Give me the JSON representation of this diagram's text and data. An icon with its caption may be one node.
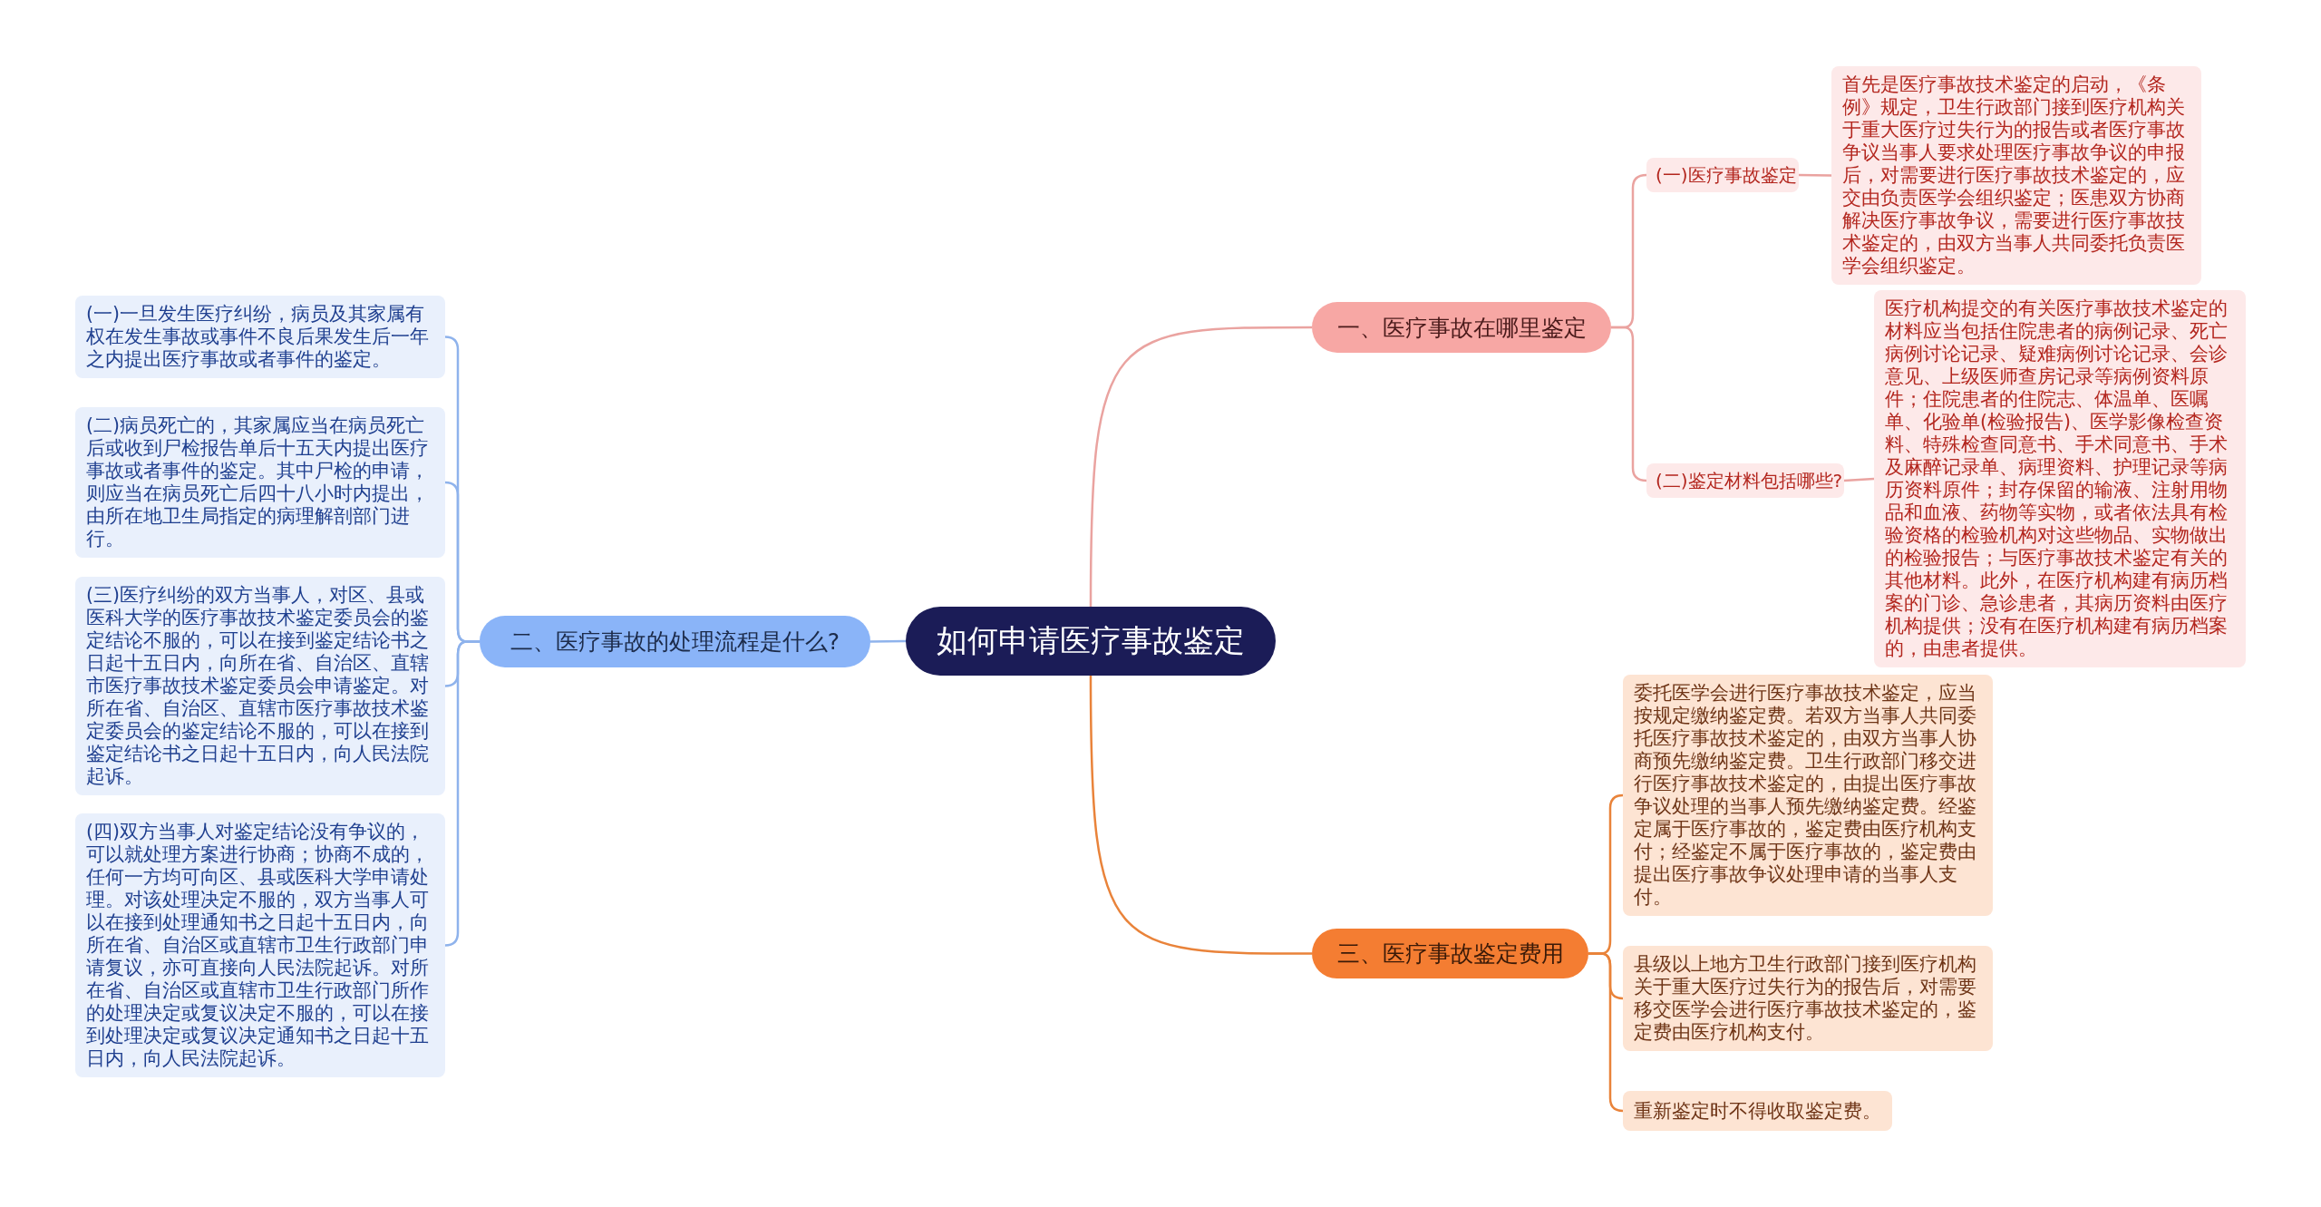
{
  "diagram": {
    "nodes": [
      {
        "text": [
          "如何申请医疗事故鉴定"
        ]
      },
      {
        "text": [
          "一、医疗事故在哪里鉴定"
        ]
      },
      {
        "text": [
          "(一)医疗事故鉴定"
        ]
      },
      {
        "text": [
          "首先是医疗事故技术鉴定的启动，《条例》规定，卫生行政部门接到医疗机构关于重大医疗过失行为的报告或者医疗事故争议当事人要求处理医疗事故争议的申报后，对需要进行医疗事故技术鉴定的，应交由负责医学会组织鉴定；医患双方协商解决医疗事故争议，需要进行医疗事故技术鉴定的，由双方当事人共同委托负责医学会组织鉴定。"
        ]
      },
      {
        "text": [
          "(二)鉴定材料包括哪些?"
        ]
      },
      {
        "text": [
          "医疗机构提交的有关医疗事故技术鉴定的材料应当包括住院患者的病例记录、死亡病例讨论记录、疑难病例讨论记录、会诊意见、上级医师查房记录等病例资料原件；住院患者的住院志、体温单、医嘱单、化验单(检验报告)、医学影像检查资料、特殊检查同意书、手术同意书、手术及麻醉记录单、病理资料、护理记录等病历资料原件；封存保留的输液、注射用物品和血液、药物等实物，或者依法具有检验资格的检验机构对这些物品、实物做出的检验报告；与医疗事故技术鉴定有关的其他材料。此外，在医疗机构建有病历档案的门诊、急诊患者，其病历资料由医疗机构提供；没有在医疗机构建有病历档案的，由患者提供。"
        ]
      },
      {
        "text": [
          "二、医疗事故的处理流程是什么?"
        ]
      },
      {
        "text": [
          "(一)一旦发生医疗纠纷，病员及其家属有权在发生事故或事件不良后果发生后一年之内提出医疗事故或者事件的鉴定。"
        ]
      },
      {
        "text": [
          "(二)病员死亡的，其家属应当在病员死亡后或收到尸检报告单后十五天内提出医疗事故或者事件的鉴定。其中尸检的申请，则应当在病员死亡后四十八小时内提出，由所在地卫生局指定的病理解剖部门进行。"
        ]
      },
      {
        "text": [
          "(三)医疗纠纷的双方当事人，对区、县或医科大学的医疗事故技术鉴定委员会的鉴定结论不服的，可以在接到鉴定结论书之日起十五日内，向所在省、自治区、直辖市医疗事故技术鉴定委员会申请鉴定。对所在省、自治区、直辖市医疗事故技术鉴定委员会的鉴定结论不服的，可以在接到鉴定结论书之日起十五日内，向人民法院起诉。"
        ]
      },
      {
        "text": [
          "(四)双方当事人对鉴定结论没有争议的，可以就处理方案进行协商；协商不成的，任何一方均可向区、县或医科大学申请处理。对该处理决定不服的，双方当事人可以在接到处理通知书之日起十五日内，向所在省、自治区或直辖市卫生行政部门申请复议，亦可直接向人民法院起诉。对所在省、自治区或直辖市卫生行政部门所作的处理决定或复议决定不服的，可以在接到处理决定或复议决定通知书之日起十五日内，向人民法院起诉。"
        ]
      },
      {
        "text": [
          "三、医疗事故鉴定费用"
        ]
      },
      {
        "text": [
          "委托医学会进行医疗事故技术鉴定，应当按规定缴纳鉴定费。若双方当事人共同委托医疗事故技术鉴定的，由双方当事人协商预先缴纳鉴定费。卫生行政部门移交进行医疗事故技术鉴定的，由提出医疗事故争议处理的当事人预先缴纳鉴定费。经鉴定属于医疗事故的，鉴定费由医疗机构支付；经鉴定不属于医疗事故的，鉴定费由提出医疗事故争议处理申请的当事人支付。"
        ]
      },
      {
        "text": [
          "县级以上地方卫生行政部门接到医疗机构关于重大医疗过失行为的报告后，对需要移交医学会进行医疗事故技术鉴定的，鉴定费由医疗机构支付。"
        ]
      },
      {
        "text": [
          "重新鉴定时不得收取鉴定费。"
        ]
      }
    ],
    "edges": [
      {
        "from": 0,
        "to": 1,
        "arrow": "none",
        "color": "#eaa3a0"
      },
      {
        "from": 1,
        "to": 2,
        "arrow": "none",
        "color": "#eaa3a0"
      },
      {
        "from": 2,
        "to": 3,
        "arrow": "none",
        "color": "#eaa3a0"
      },
      {
        "from": 1,
        "to": 4,
        "arrow": "none",
        "color": "#eaa3a0"
      },
      {
        "from": 4,
        "to": 5,
        "arrow": "none",
        "color": "#eaa3a0"
      },
      {
        "from": 0,
        "to": 6,
        "arrow": "none",
        "color": "#8fb3ec"
      },
      {
        "from": 6,
        "to": 7,
        "arrow": "none",
        "color": "#8fb3ec"
      },
      {
        "from": 6,
        "to": 8,
        "arrow": "none",
        "color": "#8fb3ec"
      },
      {
        "from": 6,
        "to": 9,
        "arrow": "none",
        "color": "#8fb3ec"
      },
      {
        "from": 6,
        "to": 10,
        "arrow": "none",
        "color": "#8fb3ec"
      },
      {
        "from": 0,
        "to": 11,
        "arrow": "none",
        "color": "#e9833a"
      },
      {
        "from": 11,
        "to": 12,
        "arrow": "none",
        "color": "#e9833a"
      },
      {
        "from": 11,
        "to": 13,
        "arrow": "none",
        "color": "#e9833a"
      },
      {
        "from": 11,
        "to": 14,
        "arrow": "none",
        "color": "#e9833a"
      }
    ]
  }
}
